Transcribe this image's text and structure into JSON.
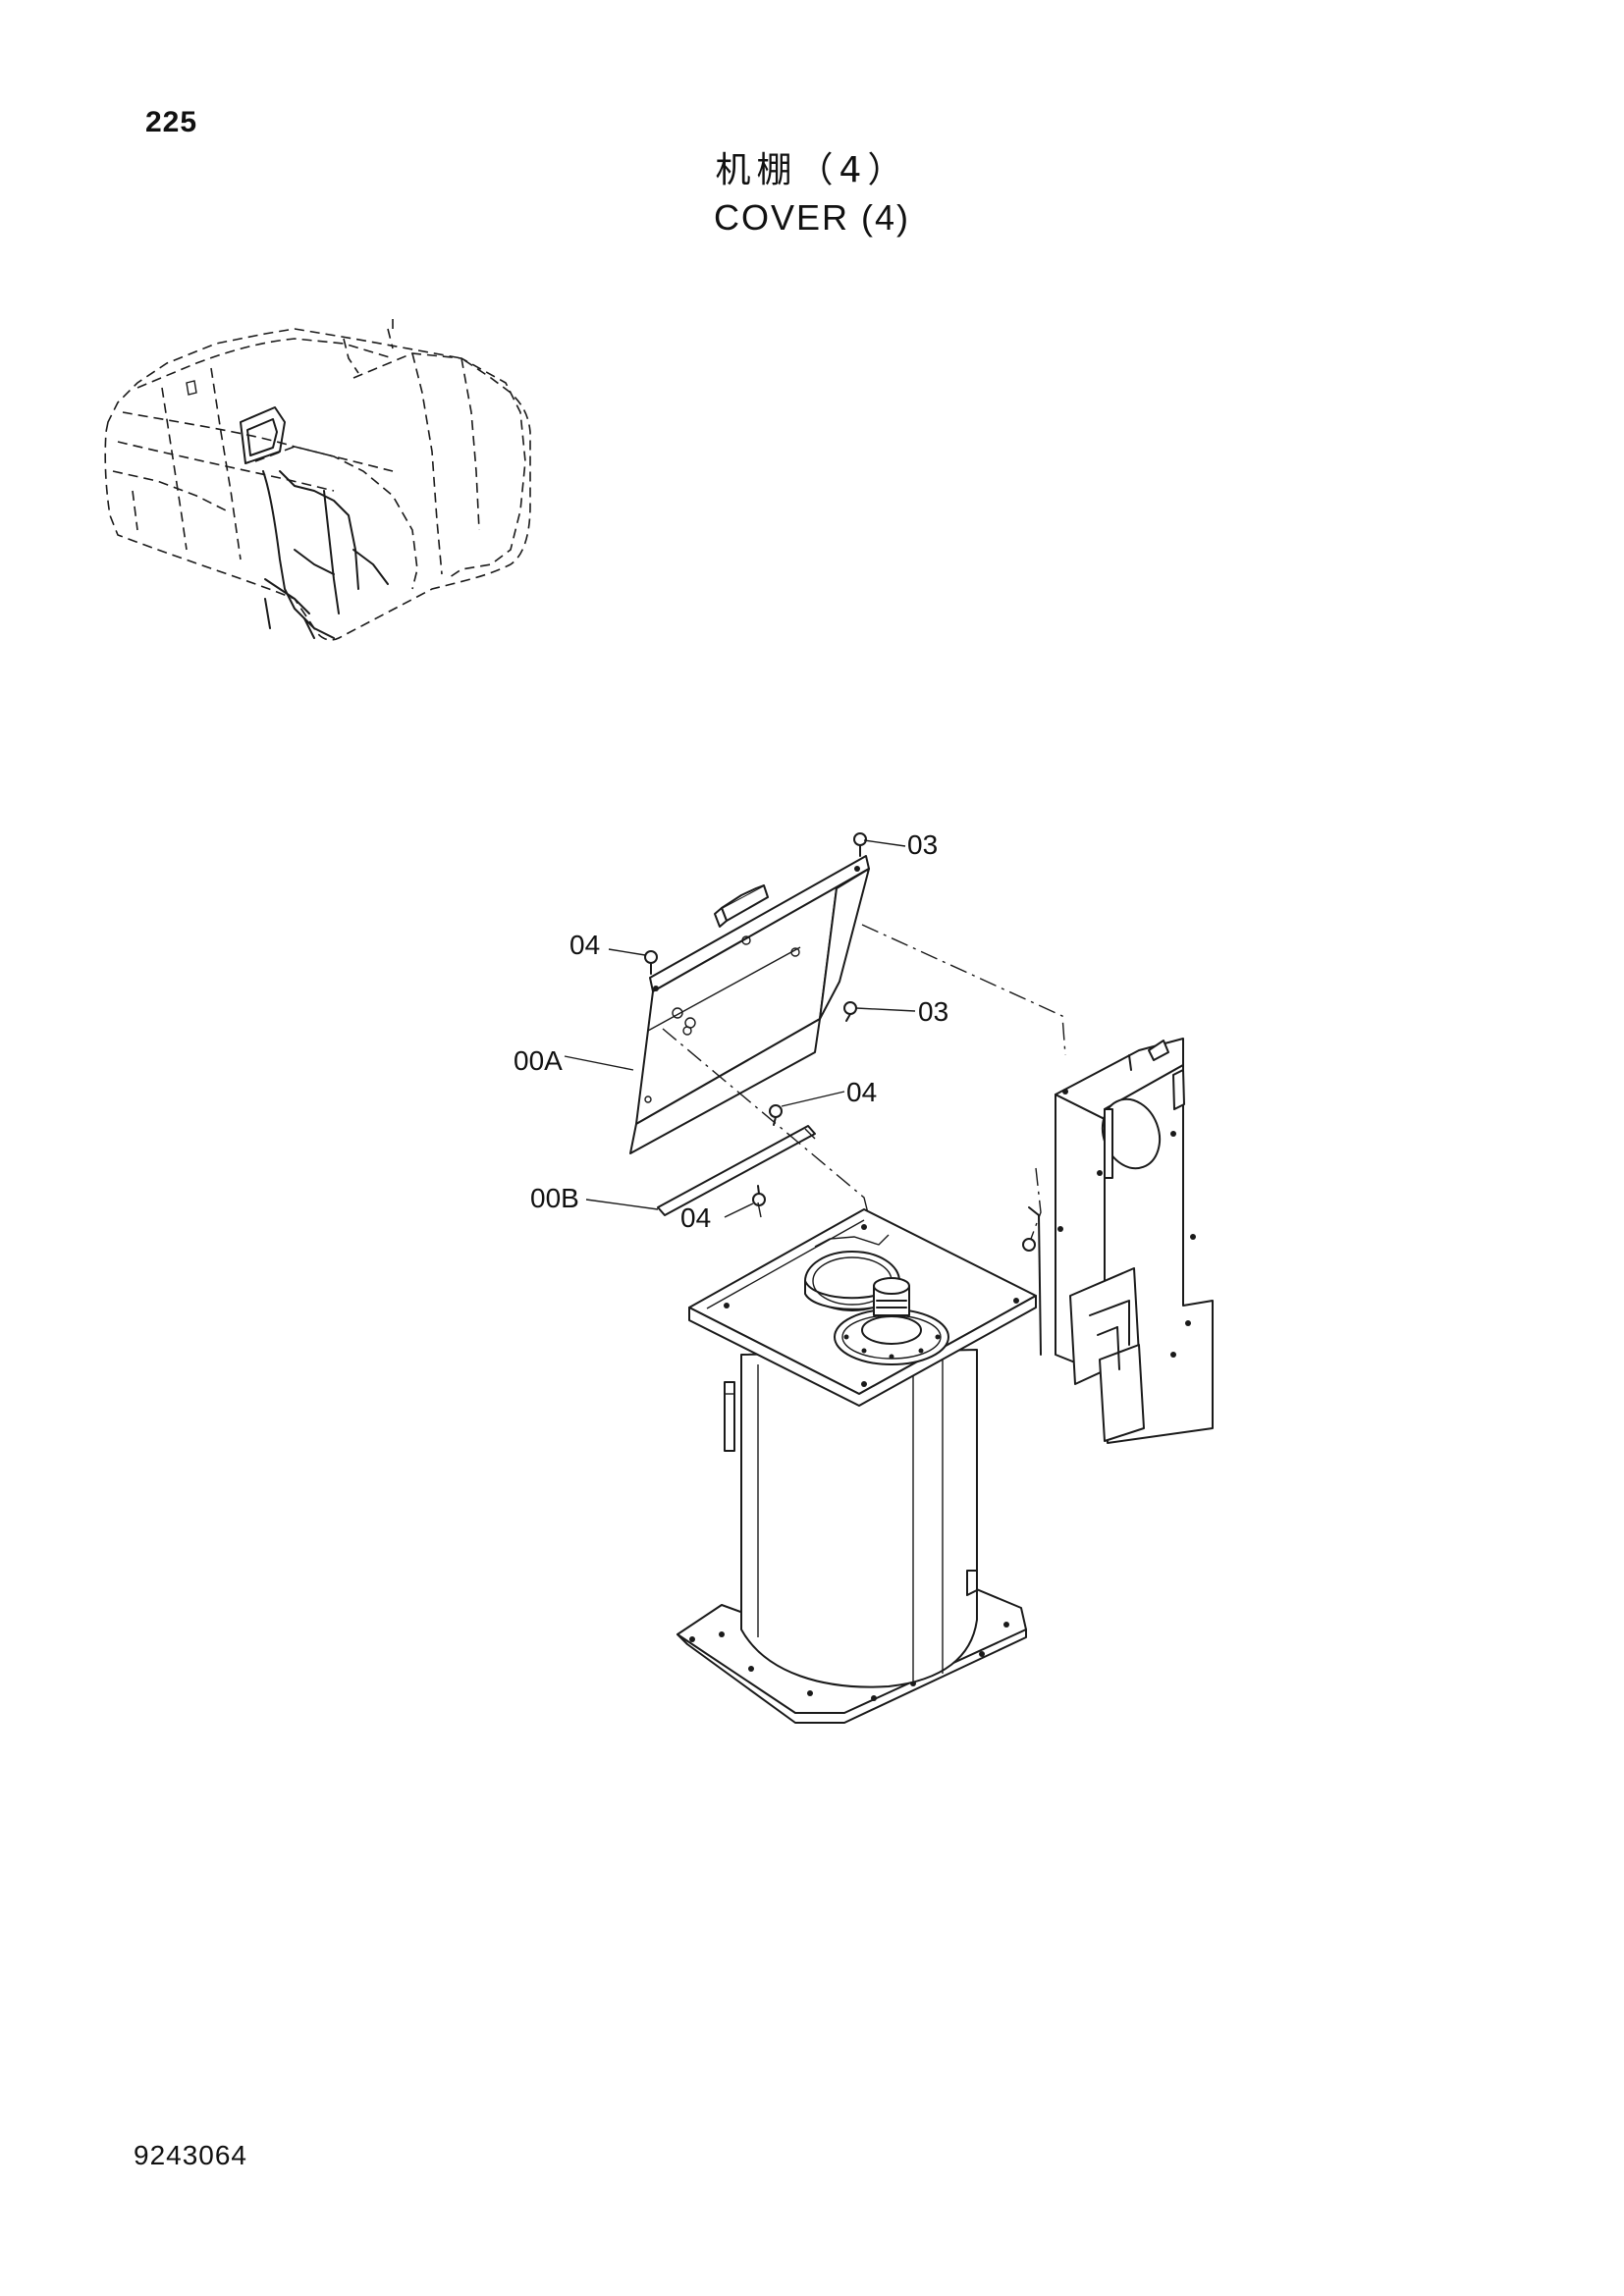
{
  "header": {
    "page_number": "225",
    "title_cn": "机棚（4）",
    "title_en": "COVER (4)"
  },
  "callouts": [
    {
      "id": "c-03-top",
      "label": "03"
    },
    {
      "id": "c-04-left",
      "label": "04"
    },
    {
      "id": "c-03-right",
      "label": "03"
    },
    {
      "id": "c-00a",
      "label": "00A"
    },
    {
      "id": "c-04-mid",
      "label": "04"
    },
    {
      "id": "c-00b",
      "label": "00B"
    },
    {
      "id": "c-04-bottom",
      "label": "04"
    }
  ],
  "footer": {
    "drawing_number": "9243064"
  }
}
